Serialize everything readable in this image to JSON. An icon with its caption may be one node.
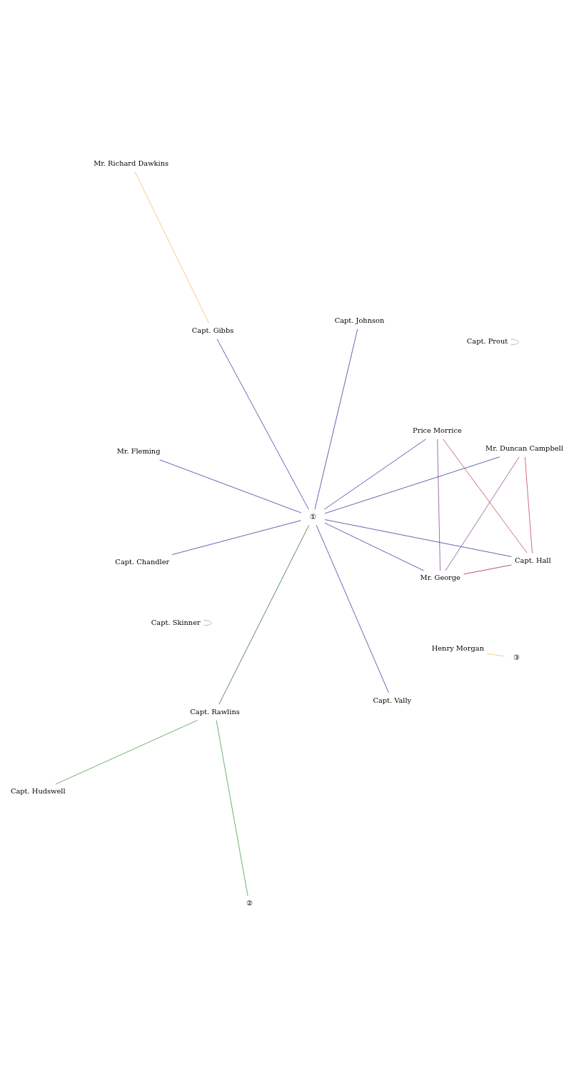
{
  "diagram": {
    "nodes": [
      {
        "text": [
          "Capt. Skinner"
        ]
      },
      {
        "text": [
          "Capt. Hudswell"
        ]
      },
      {
        "text": [
          "Capt. Gibbs"
        ]
      },
      {
        "text": [
          "Capt. Chandler"
        ]
      },
      {
        "text": [
          "Mr. Richard Dawkins"
        ]
      },
      {
        "text": [
          "Capt. Prout"
        ]
      },
      {
        "text": [
          "Mr. Duncan Campbell"
        ]
      },
      {
        "text": [
          "Price Morrice"
        ]
      },
      {
        "text": [
          "Henry Morgan"
        ]
      },
      {
        "text": [
          "③"
        ]
      },
      {
        "text": [
          "①"
        ]
      },
      {
        "text": [
          "Capt. Rawlins"
        ]
      },
      {
        "text": [
          "②"
        ]
      },
      {
        "text": [
          "Capt. Hall"
        ]
      },
      {
        "text": [
          "Mr. George"
        ]
      },
      {
        "text": [
          "Mr. Fleming"
        ]
      },
      {
        "text": [
          "Capt. Vally"
        ]
      },
      {
        "text": [
          "Capt. Johnson"
        ]
      }
    ],
    "edges": [
      {
        "from": 0,
        "to": 0,
        "arrow": "none",
        "color": "#aaaaaa"
      },
      {
        "from": 5,
        "to": 5,
        "arrow": "none",
        "color": "#aaaaaa"
      },
      {
        "from": 2,
        "to": 4,
        "arrow": "none",
        "color": "#f0c060"
      },
      {
        "from": 3,
        "to": 10,
        "arrow": "none"
      },
      {
        "from": 2,
        "to": 10,
        "arrow": "none"
      },
      {
        "from": 1,
        "to": 11,
        "arrow": "none",
        "color": "#4a9a4a"
      },
      {
        "from": 11,
        "to": 10,
        "arrow": "none",
        "color": "#2e6e4e"
      },
      {
        "from": 11,
        "to": 12,
        "arrow": "none",
        "color": "#4a9a4a"
      },
      {
        "from": 10,
        "to": 6,
        "arrow": "none"
      },
      {
        "from": 10,
        "to": 7,
        "arrow": "none"
      },
      {
        "from": 10,
        "to": 13,
        "arrow": "none"
      },
      {
        "from": 10,
        "to": 14,
        "arrow": "none"
      },
      {
        "from": 10,
        "to": 15,
        "arrow": "none"
      },
      {
        "from": 10,
        "to": 16,
        "arrow": "none"
      },
      {
        "from": 10,
        "to": 17,
        "arrow": "none"
      },
      {
        "from": 6,
        "to": 14,
        "arrow": "none",
        "color": "#8a4a9a"
      },
      {
        "from": 6,
        "to": 13,
        "arrow": "none",
        "color": "#c04a5a"
      },
      {
        "from": 7,
        "to": 14,
        "arrow": "none",
        "color": "#8a4a9a"
      },
      {
        "from": 7,
        "to": 13,
        "arrow": "none",
        "color": "#c04a5a"
      },
      {
        "from": 8,
        "to": 9,
        "arrow": "none",
        "color": "#f0c060"
      },
      {
        "from": 14,
        "to": 13,
        "arrow": "none",
        "color": "#b02040"
      }
    ]
  }
}
